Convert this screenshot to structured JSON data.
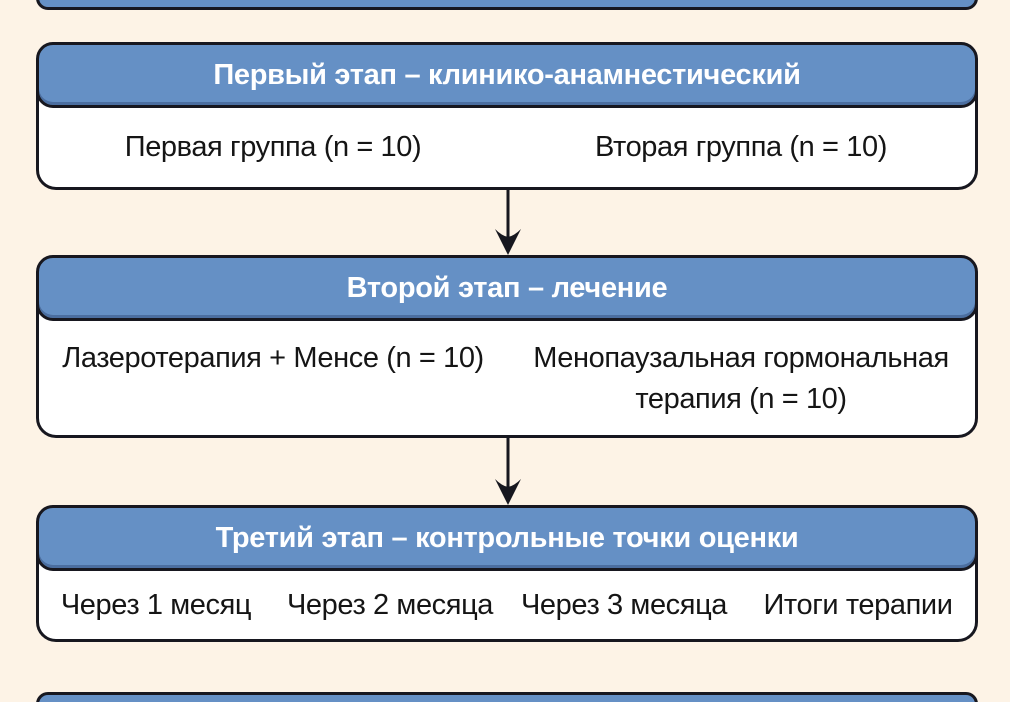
{
  "figure": {
    "type": "flowchart",
    "language": "ru"
  },
  "palette": {
    "background": "#fdf3e6",
    "header_fill": "#6590c5",
    "outline": "#17171f",
    "header_text_color": "#ffffff",
    "body_text_color": "#151515",
    "box_fill": "#ffffff"
  },
  "stages": [
    {
      "title": "Первый этап – клинико-анамнестический",
      "items": [
        {
          "lines": [
            "Первая группа (n = 10)"
          ]
        },
        {
          "lines": [
            "Вторая группа (n = 10)"
          ]
        }
      ]
    },
    {
      "title": "Второй этап – лечение",
      "items": [
        {
          "lines": [
            "Лазеротерапия + Менсе (n = 10)"
          ]
        },
        {
          "lines": [
            "Менопаузальная гормональная",
            "терапия (n = 10)"
          ]
        }
      ]
    },
    {
      "title": "Третий этап – контрольные точки оценки",
      "items": [
        {
          "lines": [
            "Через 1 месяц"
          ]
        },
        {
          "lines": [
            "Через 2 месяца"
          ]
        },
        {
          "lines": [
            "Через 3 месяца"
          ]
        },
        {
          "lines": [
            "Итоги терапии"
          ]
        }
      ]
    }
  ]
}
